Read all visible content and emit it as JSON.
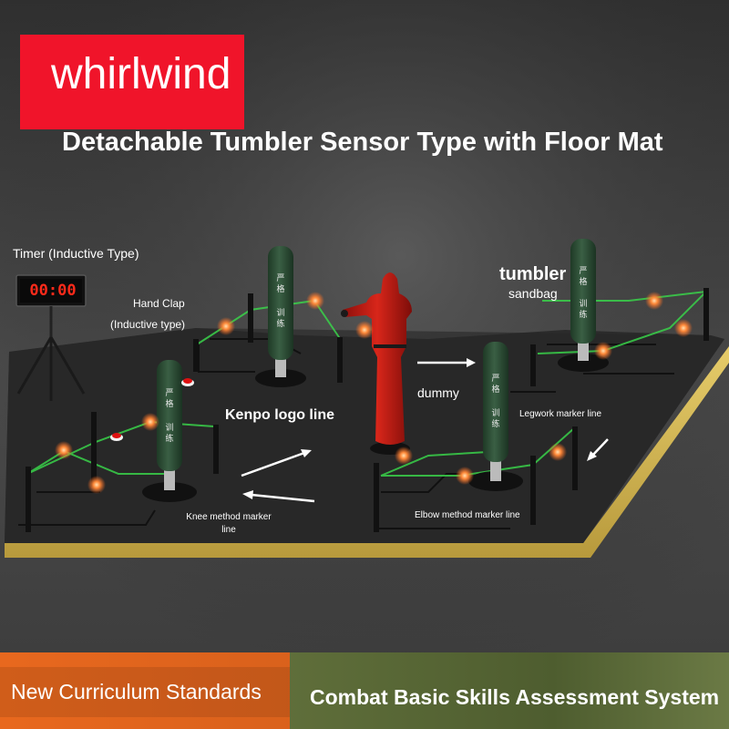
{
  "brand": {
    "name": "whirlwind"
  },
  "headline": "Detachable Tumbler Sensor Type with Floor Mat",
  "labels": {
    "timer": "Timer (Inductive Type)",
    "timer_display": "00:00",
    "hand_clap_line1": "Hand Clap",
    "hand_clap_line2": "(Inductive type)",
    "tumbler": "tumbler",
    "sandbag": "sandbag",
    "dummy": "dummy",
    "kenpo": "Kenpo logo line",
    "legwork": "Legwork marker line",
    "knee_line1": "Knee method marker",
    "knee_line2": "line",
    "elbow": "Elbow method marker line"
  },
  "footer": {
    "left": "New Curriculum Standards",
    "right": "Combat Basic Skills Assessment System"
  },
  "colors": {
    "brand_red": "#f0142a",
    "footer_orange": "#e8681e",
    "footer_green": "#55652f",
    "mat_edge": "#d8bc5a",
    "tumbler_green": "#2d4a33",
    "dummy_red": "#c41a14",
    "sensor_glow": "#ff8a3a"
  }
}
